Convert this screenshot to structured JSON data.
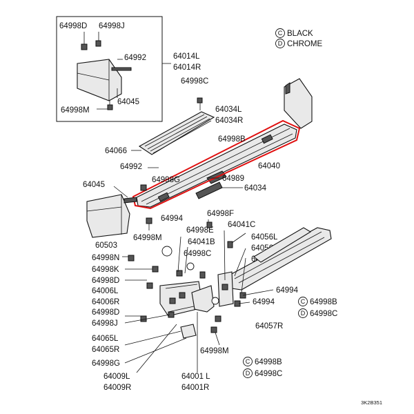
{
  "legend": {
    "c_symbol": "C",
    "c_text": "BLACK",
    "d_symbol": "D",
    "d_text": "CHROME"
  },
  "callouts": [
    {
      "id": "64998D_top",
      "text": "64998D"
    },
    {
      "id": "64998J_top",
      "text": "64998J"
    },
    {
      "id": "64992_inset",
      "text": "64992"
    },
    {
      "id": "64045_inset",
      "text": "64045"
    },
    {
      "id": "64998M_inset",
      "text": "64998M"
    },
    {
      "id": "64014L",
      "text": "64014L"
    },
    {
      "id": "64014R",
      "text": "64014R"
    },
    {
      "id": "64998C_top",
      "text": "64998C"
    },
    {
      "id": "64034L",
      "text": "64034L"
    },
    {
      "id": "64034R",
      "text": "64034R"
    },
    {
      "id": "64066",
      "text": "64066"
    },
    {
      "id": "64998B_top",
      "text": "64998B"
    },
    {
      "id": "64040",
      "text": "64040"
    },
    {
      "id": "64992_main",
      "text": "64992"
    },
    {
      "id": "64998G_top",
      "text": "64998G"
    },
    {
      "id": "64989",
      "text": "64989"
    },
    {
      "id": "64045_main",
      "text": "64045"
    },
    {
      "id": "64034",
      "text": "64034"
    },
    {
      "id": "64998F",
      "text": "64998F"
    },
    {
      "id": "64994_a",
      "text": "64994"
    },
    {
      "id": "64998E",
      "text": "64998E"
    },
    {
      "id": "64041C",
      "text": "64041C"
    },
    {
      "id": "64998M_main",
      "text": "64998M"
    },
    {
      "id": "64041B",
      "text": "64041B"
    },
    {
      "id": "64056L",
      "text": "64056L"
    },
    {
      "id": "60503",
      "text": "60503"
    },
    {
      "id": "64998C_mid",
      "text": "64998C"
    },
    {
      "id": "64056R",
      "text": "64056R"
    },
    {
      "id": "64998N",
      "text": "64998N"
    },
    {
      "id": "64998K",
      "text": "64998K"
    },
    {
      "id": "64057L",
      "text": "64057L"
    },
    {
      "id": "64998D_mid",
      "text": "64998D"
    },
    {
      "id": "64994_b",
      "text": "64994"
    },
    {
      "id": "64006L",
      "text": "64006L"
    },
    {
      "id": "64006R",
      "text": "64006R"
    },
    {
      "id": "64994_c",
      "text": "64994"
    },
    {
      "id": "64998D_low",
      "text": "64998D"
    },
    {
      "id": "64998J_low",
      "text": "64998J"
    },
    {
      "id": "64057R",
      "text": "64057R"
    },
    {
      "id": "64065L",
      "text": "64065L"
    },
    {
      "id": "64065R",
      "text": "64065R"
    },
    {
      "id": "64998M_low",
      "text": "64998M"
    },
    {
      "id": "64998G_low",
      "text": "64998G"
    },
    {
      "id": "64009L",
      "text": "64009L"
    },
    {
      "id": "64009R",
      "text": "64009R"
    },
    {
      "id": "64001L",
      "text": "64001 L"
    },
    {
      "id": "64001R",
      "text": "64001R"
    }
  ],
  "variants": [
    {
      "id": "var1_c",
      "symbol": "C",
      "code": "64998B"
    },
    {
      "id": "var1_d",
      "symbol": "D",
      "code": "64998C"
    },
    {
      "id": "var2_c",
      "symbol": "C",
      "code": "64998B"
    },
    {
      "id": "var2_d",
      "symbol": "D",
      "code": "64998C"
    }
  ],
  "drawing_code": "3K2B351",
  "highlight_color": "#e01010"
}
